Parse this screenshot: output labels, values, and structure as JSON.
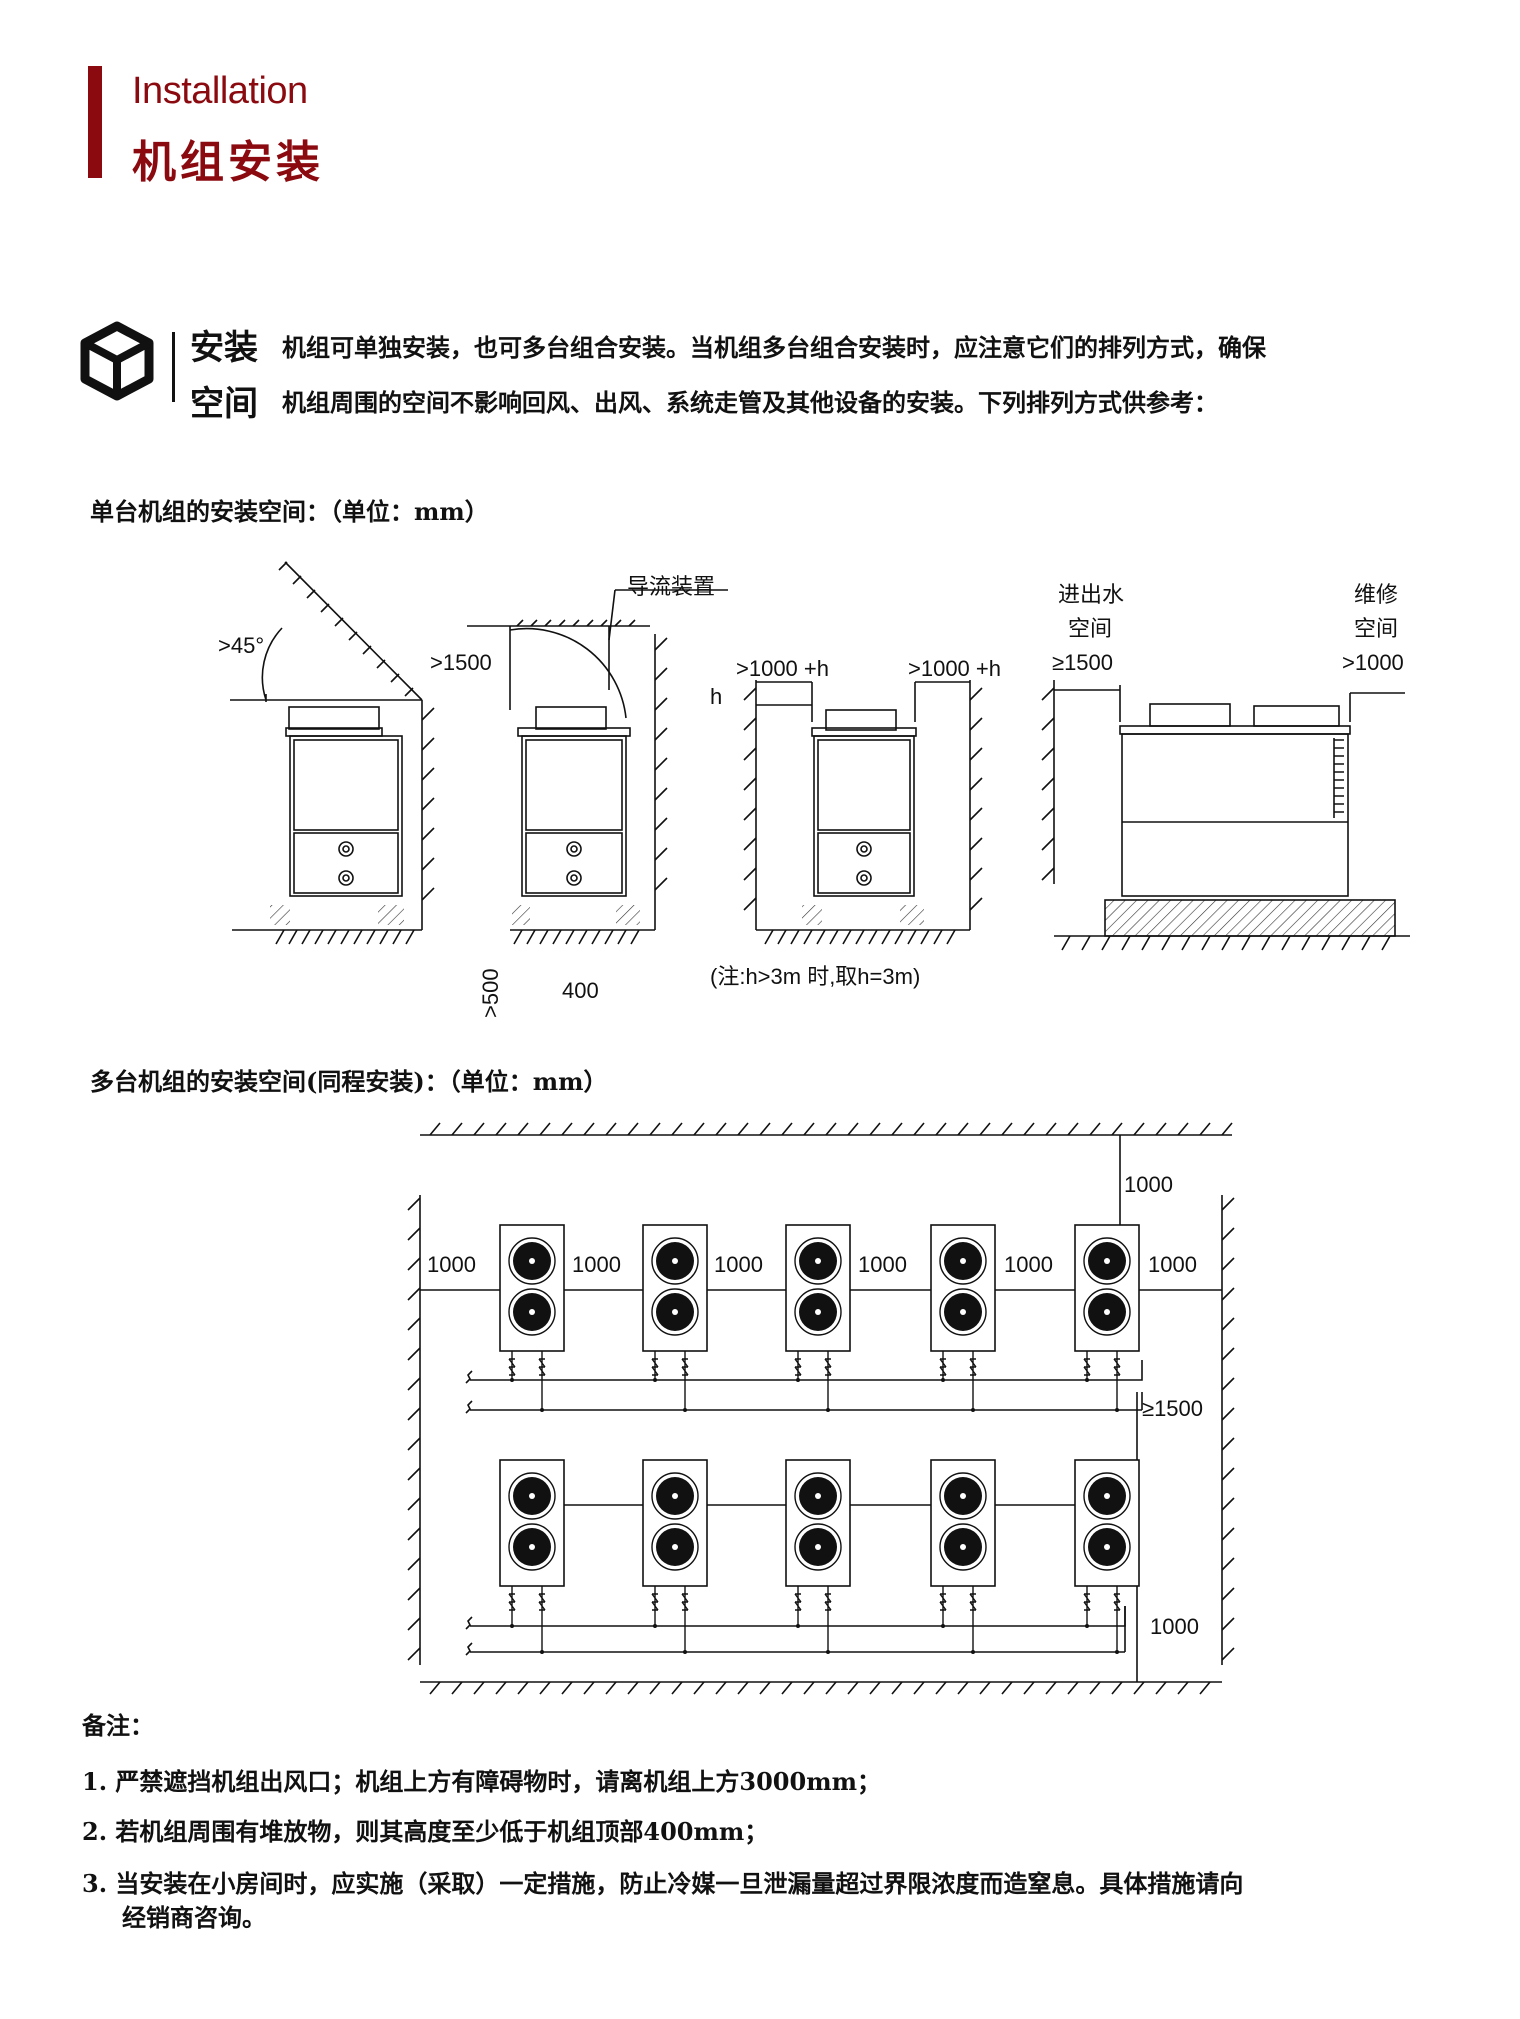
{
  "header": {
    "title_en": "Installation",
    "title_cn": "机组安装"
  },
  "intro": {
    "keyword_1": "安装",
    "keyword_2": "空间",
    "line_1": "机组可单独安装，也可多台组合安装。当机组多台组合安装时，应注意它们的排列方式，确保",
    "line_2": "机组周围的空间不影响回风、出风、系统走管及其他设备的安装。下列排列方式供参考："
  },
  "single": {
    "heading": "单台机组的安装空间：（单位：mm）",
    "angle": ">45°",
    "top_clear": ">1500",
    "deflector": "导流装置",
    "bottom_left": ">500",
    "bottom_mid": "400",
    "h_left": ">1000 +h",
    "h_right": ">1000 +h",
    "h": "h",
    "h_note": "(注:h>3m 时,取h=3m)",
    "water_label_1": "进出水",
    "water_label_2": "空间",
    "water_value": "≥1500",
    "maint_label_1": "维修",
    "maint_label_2": "空间",
    "maint_value": ">1000"
  },
  "multi": {
    "heading": "多台机组的安装空间(同程安装)：（单位：mm）",
    "gap_labels": [
      "1000",
      "1000",
      "1000",
      "1000",
      "1000",
      "1000"
    ],
    "top": "1000",
    "between_rows": "≥1500",
    "bottom": "1000"
  },
  "notes": {
    "heading": "备注：",
    "items": [
      "1. 严禁遮挡机组出风口；机组上方有障碍物时，请离机组上方3000mm；",
      "2. 若机组周围有堆放物，则其高度至少低于机组顶部400mm；",
      "3. 当安装在小房间时，应实施（采取）一定措施，防止冷媒一旦泄漏量超过界限浓度而造窒息。具体措施请向",
      "经销商咨询。"
    ]
  }
}
